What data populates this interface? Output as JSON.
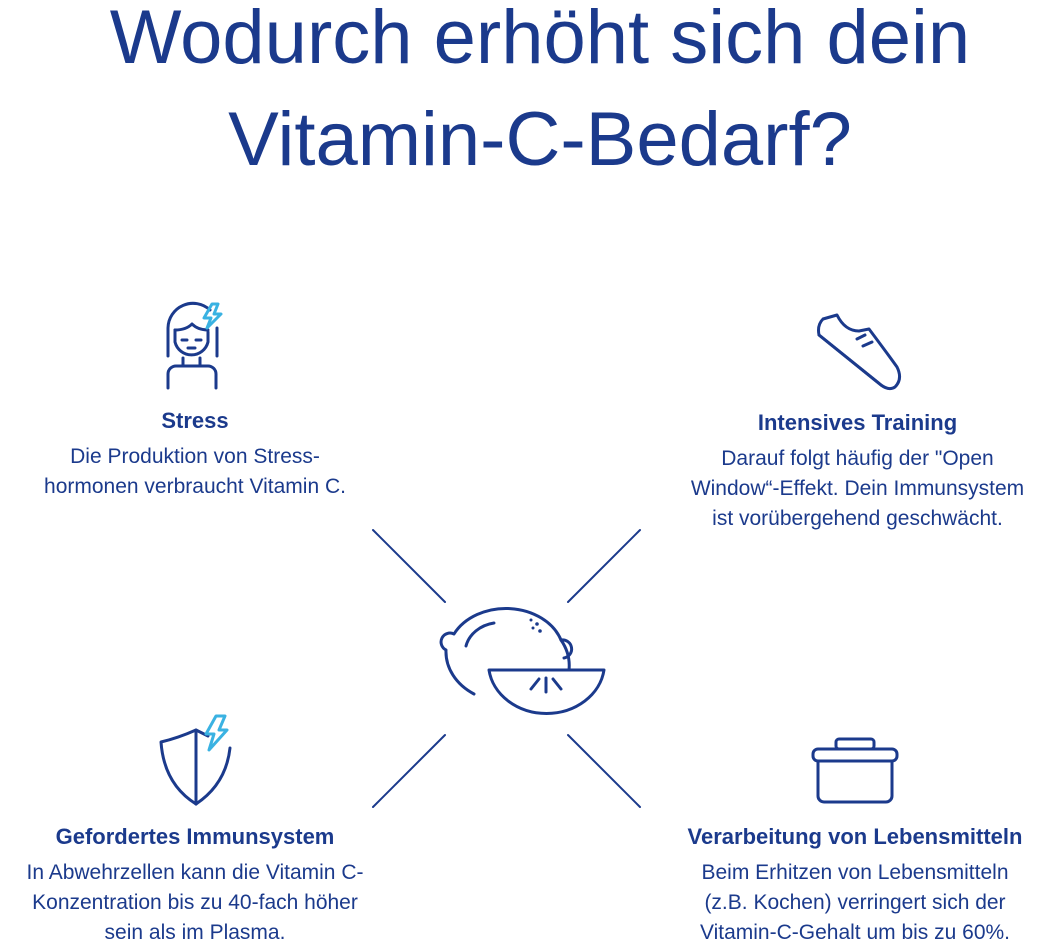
{
  "title": {
    "line1": "Wodurch erhöht sich dein",
    "line2": "Vitamin-C-Bedarf?"
  },
  "factors": [
    {
      "heading": "Stress",
      "lines": [
        "Die Produktion von Stress-",
        "hormonen verbraucht Vitamin C."
      ],
      "icon": "stressed-person-icon"
    },
    {
      "heading": "Intensives Training",
      "lines": [
        "Darauf folgt häufig der \"Open",
        "Window“-Effekt. Dein Immunsystem",
        "ist vorübergehend geschwächt."
      ],
      "icon": "running-shoe-icon"
    },
    {
      "heading": "Gefordertes Immunsystem",
      "lines": [
        "In Abwehrzellen kann die Vitamin C-",
        "Konzentration bis zu 40-fach höher",
        "sein als im Plasma."
      ],
      "icon": "shield-lightning-icon"
    },
    {
      "heading": "Verarbeitung von Lebensmitteln",
      "lines": [
        "Beim Erhitzen von Lebensmitteln",
        "(z.B. Kochen) verringert sich der",
        "Vitamin-C-Gehalt um bis zu 60%."
      ],
      "icon": "cooking-pot-icon"
    }
  ],
  "colors": {
    "primary": "#1b3a8c",
    "accent": "#3ab2e2"
  }
}
